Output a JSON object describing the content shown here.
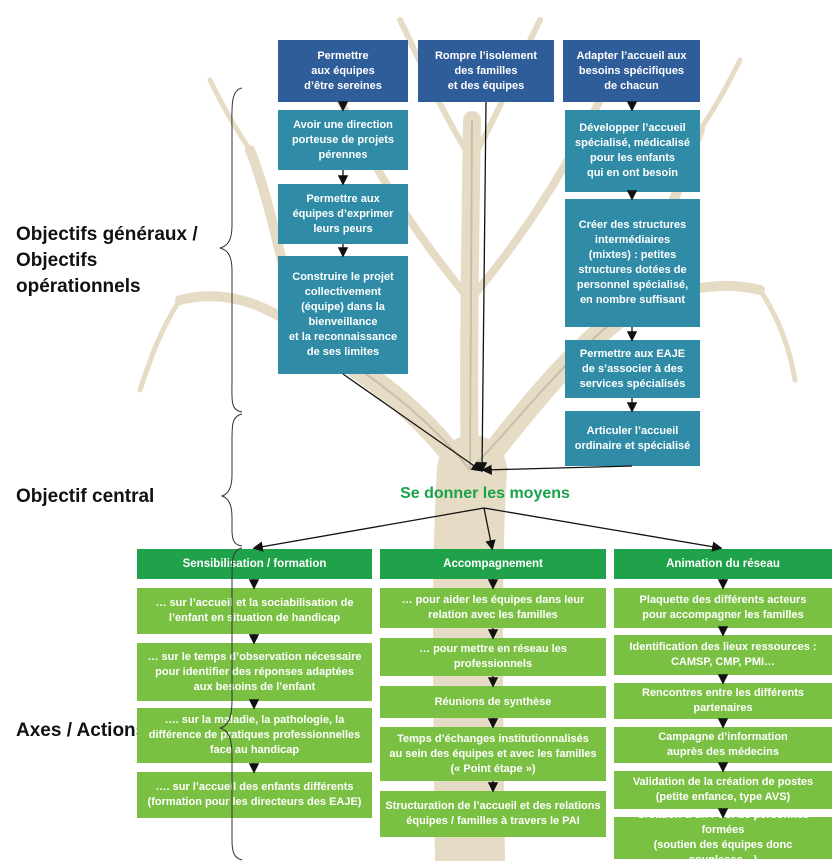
{
  "labels": {
    "objectifs": "Objectifs généraux /\nObjectifs opérationnels",
    "central_label": "Objectif central",
    "axes": "Axes / Actions"
  },
  "central_text": "Se donner les moyens",
  "top": [
    "Permettre\naux équipes\nd’être sereines",
    "Rompre l’isolement\ndes familles\net des équipes",
    "Adapter l’accueil aux\nbesoins spécifiques\nde chacun"
  ],
  "left_ops": [
    "Avoir une direction\nporteuse de projets\npérennes",
    "Permettre aux\néquipes d’exprimer\nleurs peurs",
    "Construire le projet\ncollectivement\n(équipe) dans la\nbienveillance\net la reconnaissance\nde ses limites"
  ],
  "right_ops": [
    "Développer l’accueil\nspécialisé, médicalisé\npour les enfants\nqui en ont besoin",
    "Créer des structures\nintermédiaires\n(mixtes)  : petites\nstructures  dotées de\npersonnel  spécialisé,\nen nombre suffisant",
    "Permettre aux EAJE\nde s’associer à des\nservices spécialisés",
    "Articuler l’accueil\nordinaire et spécialisé"
  ],
  "axes": [
    {
      "header": "Sensibilisation / formation",
      "items": [
        "… sur l’accueil et la sociabilisation de\nl’enfant en situation de handicap",
        "… sur le temps d’observation nécessaire\npour identifier des réponses adaptées\naux besoins de l’enfant",
        "…. sur la maladie, la pathologie, la\ndifférence de pratiques professionnelles\nface au handicap",
        "…. sur l’accueil des enfants différents\n(formation pour les directeurs des EAJE)"
      ]
    },
    {
      "header": "Accompagnement",
      "items": [
        "… pour aider les équipes dans leur\nrelation avec les familles",
        "… pour mettre en réseau les\nprofessionnels",
        "Réunions de synthèse",
        "Temps d’échanges institutionnalisés\nau sein des équipes et avec les familles\n(« Point étape »)",
        "Structuration de l’accueil et des relations\néquipes / familles à travers le PAI"
      ]
    },
    {
      "header": "Animation du réseau",
      "items": [
        "Plaquette des différents acteurs\npour accompagner les familles",
        "Identification des lieux ressources :\nCAMSP, CMP, PMI…",
        "Rencontres entre les différents\npartenaires",
        "Campagne d’information\nauprès des médecins",
        "Validation de la création de postes\n(petite enfance, type AVS)",
        "Création d’un Pool de personnes formées\n(soutien des équipes donc souplesse…)"
      ]
    }
  ],
  "colors": {
    "navy": "#2f5d9a",
    "teal": "#2f8ba6",
    "header_green": "#1fa24a",
    "item_green": "#7ac043",
    "central_green": "#18a24a"
  }
}
